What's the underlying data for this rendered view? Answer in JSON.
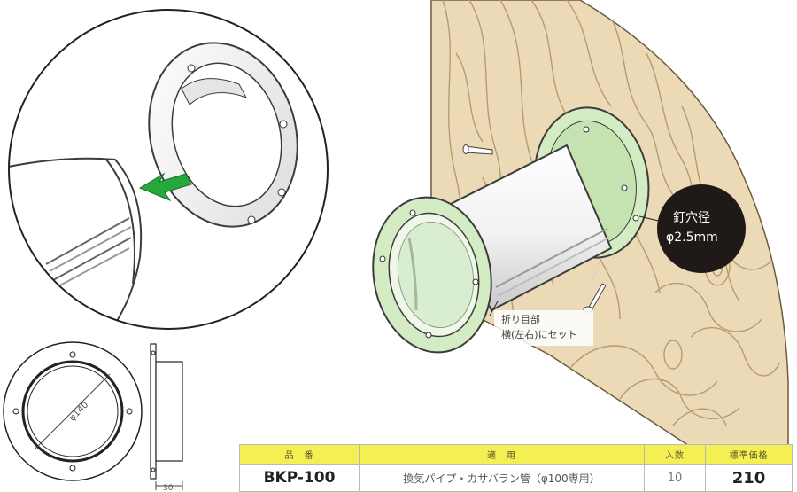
{
  "callouts": {
    "nail_hole_line1": "釘穴径",
    "nail_hole_line2": "φ2.5mm",
    "fold_line1": "折り目部",
    "fold_line2": "横(左右)にセット"
  },
  "drawing": {
    "diameter_label": "φ140",
    "depth_label": "30"
  },
  "table": {
    "headers": [
      "品　番",
      "適　用",
      "入数",
      "標準価格"
    ],
    "rows": [
      {
        "model": "BKP-100",
        "use": "換気パイプ・カサバラン管（φ100専用）",
        "qty": "10",
        "price": "210"
      }
    ]
  },
  "colors": {
    "wood": "#ecd9b6",
    "wood_grain": "#b49b72",
    "flange": "#d3ecc3",
    "arrow": "#27a83c",
    "table_header": "#f4ef52"
  }
}
